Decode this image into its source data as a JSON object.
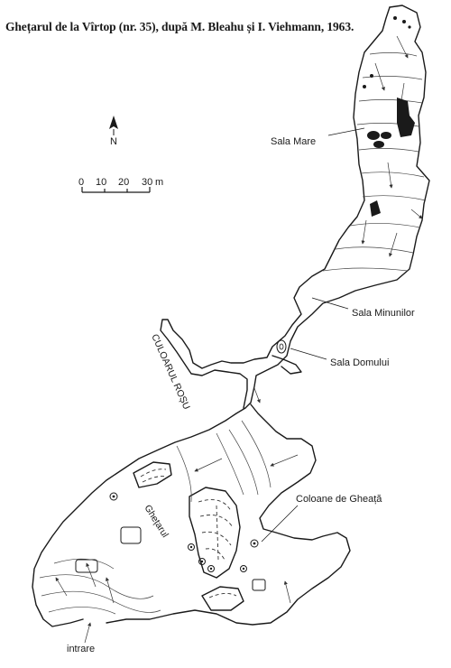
{
  "caption": "Ghețarul de la Vîrtop (nr. 35), după M. Bleahu și I. Viehmann, 1963.",
  "north_label": "N",
  "scale": {
    "ticks": [
      "0",
      "10",
      "20",
      "30"
    ],
    "unit": "m"
  },
  "labels": {
    "sala_mare": "Sala Mare",
    "sala_minunilor": "Sala Minunilor",
    "sala_domului": "Sala Domului",
    "culoarul_rosu": "CULOARUL ROȘU",
    "ghetarul": "Ghețarul",
    "coloane": "Coloane de Gheață",
    "intrare": "intrare"
  },
  "colors": {
    "ink": "#1a1a1a",
    "paper": "#ffffff"
  }
}
